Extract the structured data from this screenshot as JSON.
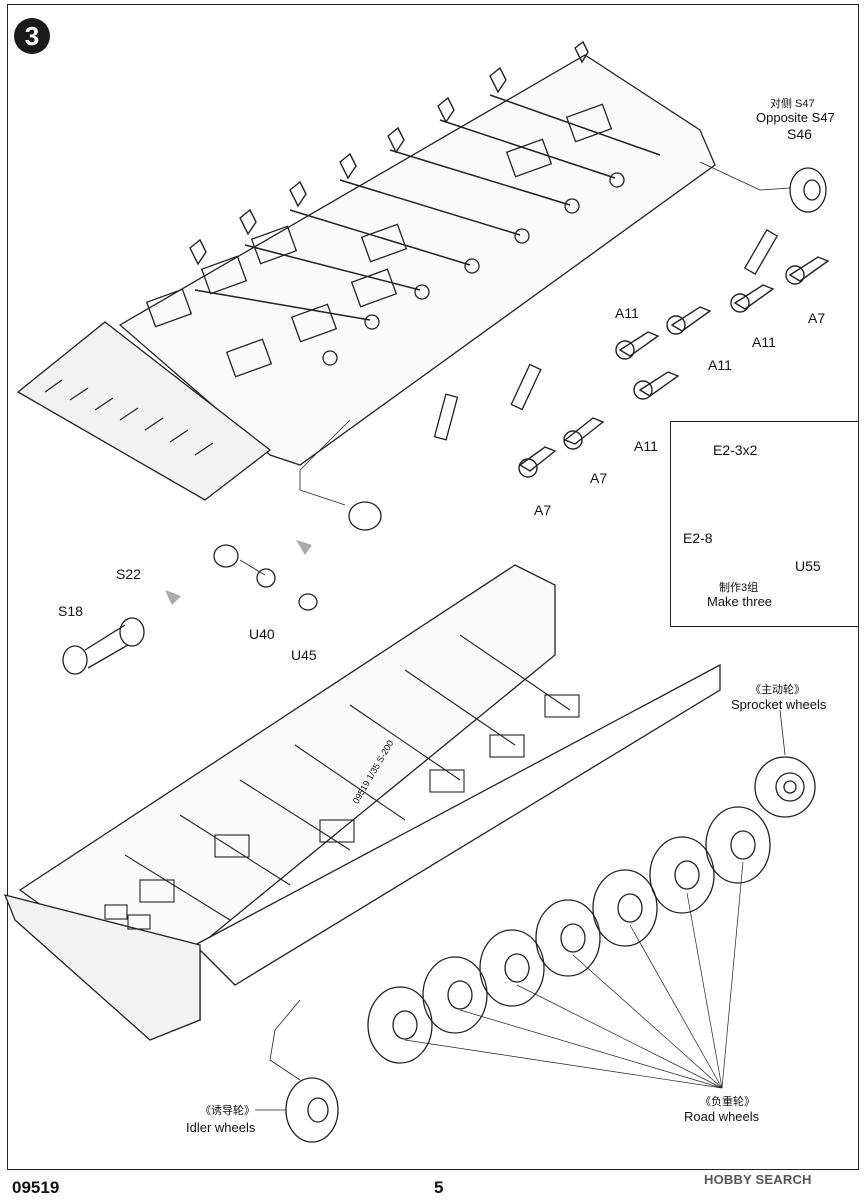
{
  "step": {
    "number": "3"
  },
  "labels": {
    "opposite_cn": "对侧 S47",
    "opposite_en": "Opposite S47",
    "s46": "S46",
    "a7_top": "A7",
    "a11_a": "A11",
    "a11_b": "A11",
    "a11_c": "A11",
    "a11_d": "A11",
    "a7_mid": "A7",
    "a7_low": "A7",
    "s22": "S22",
    "s18": "S18",
    "u40": "U40",
    "u45": "U45",
    "sprocket_cn": "《主动轮》",
    "sprocket_en": "Sprocket wheels",
    "idler_cn": "《诱导轮》",
    "idler_en": "Idler wheels",
    "road_cn": "《负重轮》",
    "road_en": "Road  wheels",
    "hull_marking": "09519 1/35 S-200"
  },
  "inset": {
    "e2_3x2": "E2-3x2",
    "e2_8": "E2-8",
    "u55": "U55",
    "make_cn": "制作3组",
    "make_en": "Make three"
  },
  "footer": {
    "kit_number": "09519",
    "page_number": "5",
    "watermark": "HOBBY SEARCH"
  }
}
